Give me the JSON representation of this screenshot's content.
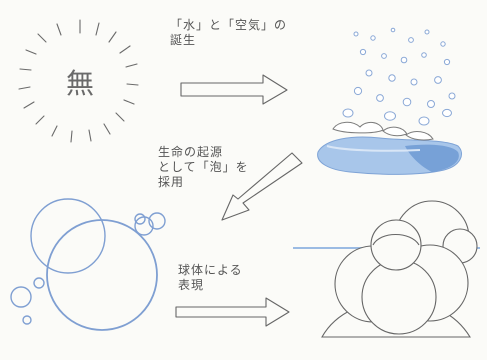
{
  "diagram": {
    "origin": {
      "text": "無"
    },
    "step1": {
      "text": "「水」と「空気」の\n誕生"
    },
    "step2": {
      "text": "生命の起源\nとして「泡」を\n採用"
    },
    "step3": {
      "text": "球体による\n表現"
    }
  },
  "colors": {
    "pencil": "#5c5c5c",
    "water": "#8fb4df",
    "water_deep": "#5d8fd0",
    "bubble_outline": "#7f9fd2",
    "bubble_fill": "#a9c4ea"
  }
}
